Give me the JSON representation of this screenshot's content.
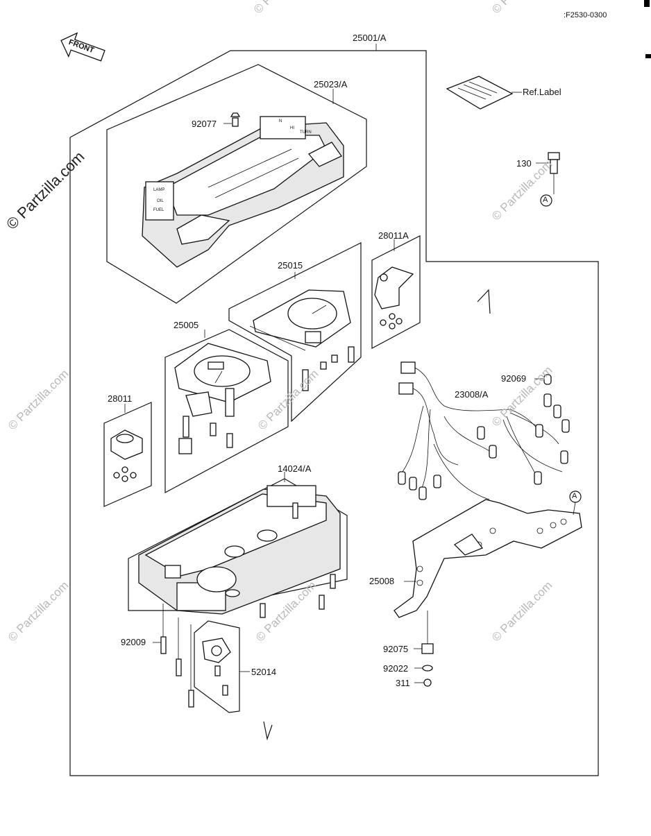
{
  "figure_code": ":F2530-0300",
  "watermarks": {
    "main": "© Partzilla.com",
    "repeat": "© Partzilla.com"
  },
  "front_arrow": {
    "label": "FRONT"
  },
  "ref_label": "Ref.Label",
  "callout_circle": "A",
  "parts": [
    {
      "number": "25001/A"
    },
    {
      "number": "25023/A"
    },
    {
      "number": "92077"
    },
    {
      "number": "130"
    },
    {
      "number": "28011A"
    },
    {
      "number": "25015"
    },
    {
      "number": "25005"
    },
    {
      "number": "92069"
    },
    {
      "number": "23008/A"
    },
    {
      "number": "28011"
    },
    {
      "number": "14024/A"
    },
    {
      "number": "25008"
    },
    {
      "number": "92009"
    },
    {
      "number": "52014"
    },
    {
      "number": "92075"
    },
    {
      "number": "92022"
    },
    {
      "number": "311"
    }
  ],
  "gauge_face_text": {
    "lamp_panel_1": "LAMP",
    "lamp_panel_2": "OIL",
    "lamp_panel_3": "FUEL",
    "right_panel_1": "N",
    "right_panel_2": "HI",
    "right_panel_3": "TURN"
  }
}
